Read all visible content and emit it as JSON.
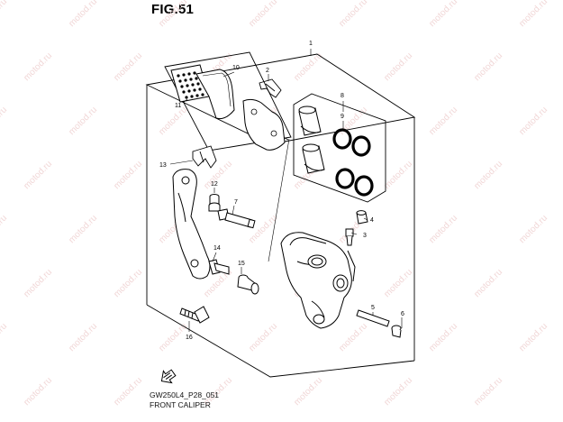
{
  "figure": {
    "title": "FIG.51"
  },
  "watermark": {
    "text": "motod.ru",
    "color": "#f1d7d7"
  },
  "callouts": [
    "1",
    "2",
    "3",
    "4",
    "5",
    "6",
    "7",
    "8",
    "9",
    "10",
    "11",
    "12",
    "13",
    "14",
    "15",
    "16"
  ],
  "footer": {
    "code": "GW250L4_P28_051",
    "name": "FRONT CALIPER"
  },
  "direction_arrow": {
    "icon": "front-arrow-icon"
  }
}
